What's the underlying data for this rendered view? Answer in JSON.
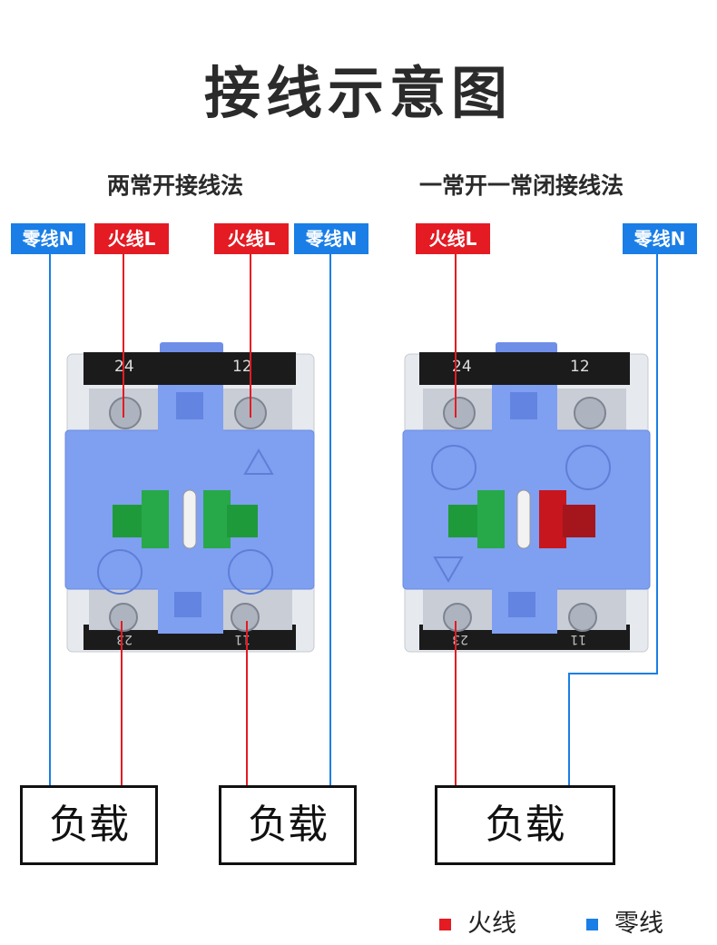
{
  "title": "接线示意图",
  "left_section": {
    "subtitle": "两常开接线法"
  },
  "right_section": {
    "subtitle": "一常开一常闭接线法"
  },
  "labels": {
    "neutral": "零线N",
    "live": "火线L",
    "load": "负载"
  },
  "terminal_numbers": {
    "top_left": "24",
    "top_right": "12",
    "bottom_left": "23",
    "bottom_right": "11"
  },
  "legend": {
    "live": "火线",
    "neutral": "零线"
  },
  "colors": {
    "live": "#e41b23",
    "neutral": "#1a7ee6",
    "block": "#7f9ff0",
    "no_contact": "#1f9a3a",
    "nc_contact": "#c8161e"
  },
  "icons": [
    "recycle-icon"
  ]
}
